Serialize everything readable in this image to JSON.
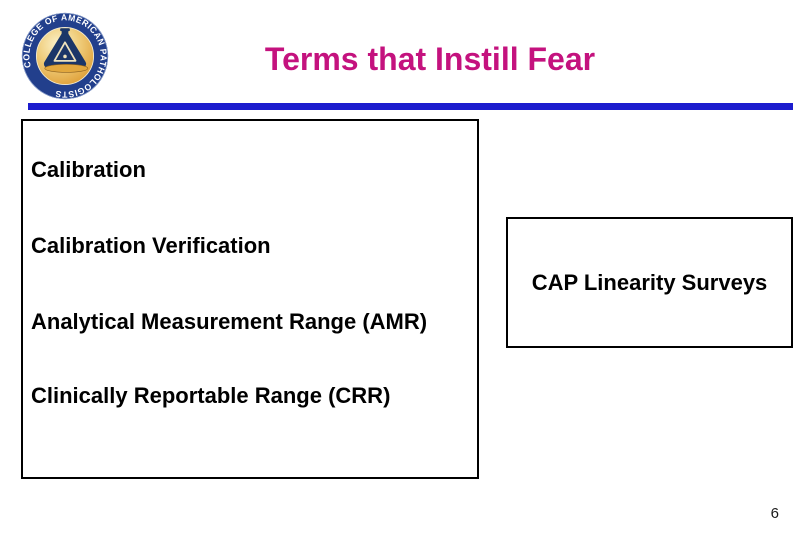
{
  "slide": {
    "title": "Terms that Instill Fear",
    "page_number": "6"
  },
  "logo": {
    "ring_text": "COLLEGE OF AMERICAN PATHOLOGISTS"
  },
  "terms_box": {
    "items": [
      "Calibration",
      "Calibration Verification",
      "Analytical Measurement Range (AMR)",
      "Clinically Reportable Range (CRR)"
    ]
  },
  "callout_box": {
    "label": "CAP Linearity Surveys"
  },
  "colors": {
    "title": "#C4127E",
    "divider": "#1C1CCE",
    "body_text": "#000000",
    "background": "#FFFFFF",
    "box_border": "#000000",
    "logo_ring_navy": "#223F8C",
    "logo_center_gold": "#E2A83E",
    "logo_flask_navy": "#1B3668"
  }
}
